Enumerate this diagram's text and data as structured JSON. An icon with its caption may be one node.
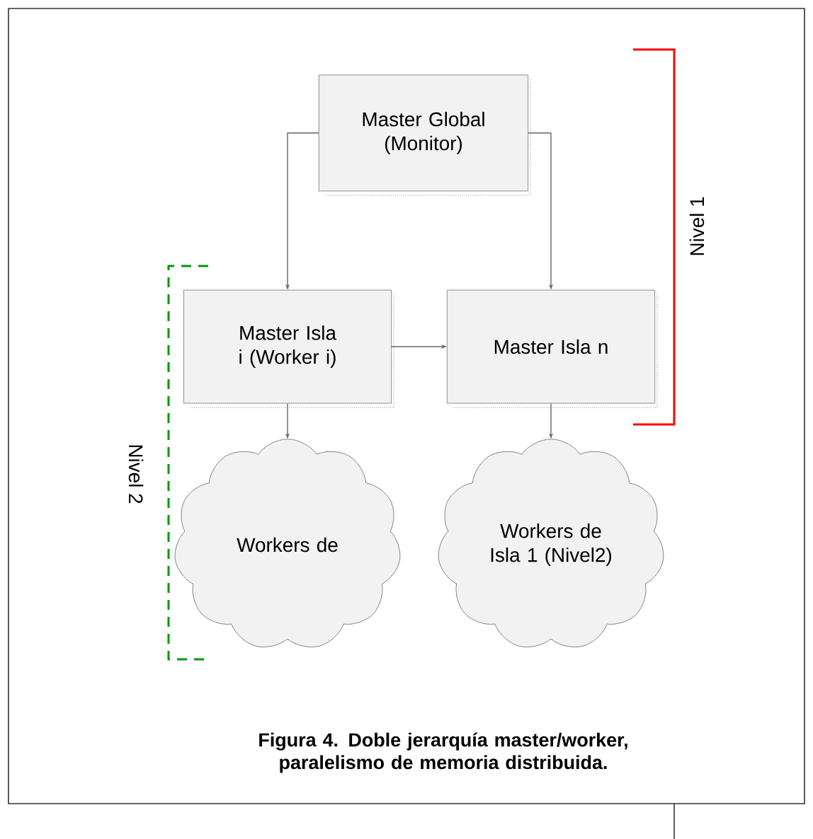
{
  "diagram": {
    "caption": "Figura 4. Doble jerarquía master/worker, paralelismo de memoria distribuida.",
    "nodes": [
      {
        "text": [
          "Master Global (Monitor)"
        ]
      },
      {
        "text": [
          "Master Isla i (Worker i)"
        ]
      },
      {
        "text": [
          "Master Isla n"
        ]
      },
      {
        "text": [
          "Workers de"
        ]
      },
      {
        "text": [
          "Workers  de Isla 1 (Nivel2)"
        ]
      }
    ],
    "edges": [
      {
        "from": 0,
        "to": 1,
        "arrow": "to"
      },
      {
        "from": 0,
        "to": 2,
        "arrow": "to"
      },
      {
        "from": 1,
        "to": 2,
        "arrow": "to"
      },
      {
        "from": 1,
        "to": 3,
        "arrow": "to"
      },
      {
        "from": 2,
        "to": 4,
        "arrow": "to"
      }
    ],
    "labels": [
      "Nivel 1",
      "Nivel 2"
    ]
  }
}
